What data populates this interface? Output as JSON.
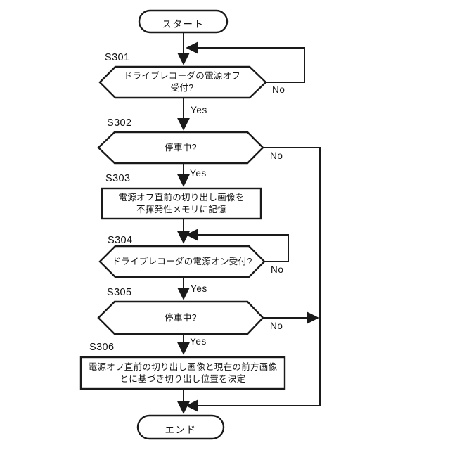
{
  "figure": {
    "background_color": "#ffffff",
    "line_color": "#1a1a1a",
    "text_color": "#121212"
  },
  "nodes": {
    "start": {
      "label": "スタート",
      "type": "terminal"
    },
    "s301": {
      "step": "S301",
      "type": "decision",
      "text": "ドライブレコーダの電源オフ\n受付?"
    },
    "s302": {
      "step": "S302",
      "type": "decision",
      "text": "停車中?"
    },
    "s303": {
      "step": "S303",
      "type": "process",
      "text": "電源オフ直前の切り出し画像を\n不揮発性メモリに記憶"
    },
    "s304": {
      "step": "S304",
      "type": "decision",
      "text": "ドライブレコーダの電源オン受付?"
    },
    "s305": {
      "step": "S305",
      "type": "decision",
      "text": "停車中?"
    },
    "s306": {
      "step": "S306",
      "type": "process",
      "text": "電源オフ直前の切り出し画像と現在の前方画像\nとに基づき切り出し位置を決定"
    },
    "end": {
      "label": "エンド",
      "type": "terminal"
    }
  },
  "branch_labels": {
    "yes": "Yes",
    "no": "No"
  }
}
